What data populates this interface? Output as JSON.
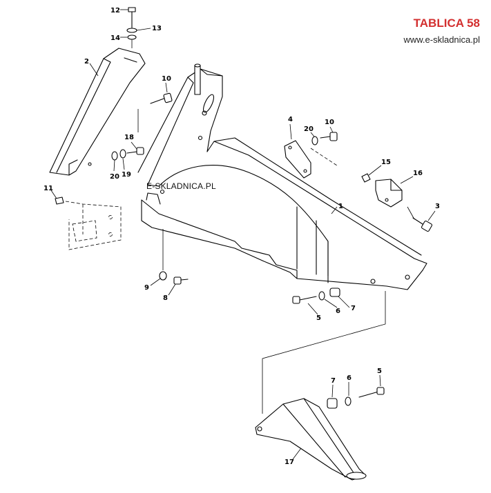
{
  "header": {
    "title": "TABLICA 58",
    "website": "www.e-skladnica.pl"
  },
  "watermark": "E-SKLADNICA.PL",
  "callouts": {
    "c1": "1",
    "c2": "2",
    "c3": "3",
    "c4": "4",
    "c5a": "5",
    "c5b": "5",
    "c6a": "6",
    "c6b": "6",
    "c7a": "7",
    "c7b": "7",
    "c8": "8",
    "c9": "9",
    "c10a": "10",
    "c10b": "10",
    "c11": "11",
    "c12": "12",
    "c13": "13",
    "c14": "14",
    "c15": "15",
    "c16": "16",
    "c17": "17",
    "c18": "18",
    "c19": "19",
    "c20a": "20",
    "c20b": "20"
  }
}
